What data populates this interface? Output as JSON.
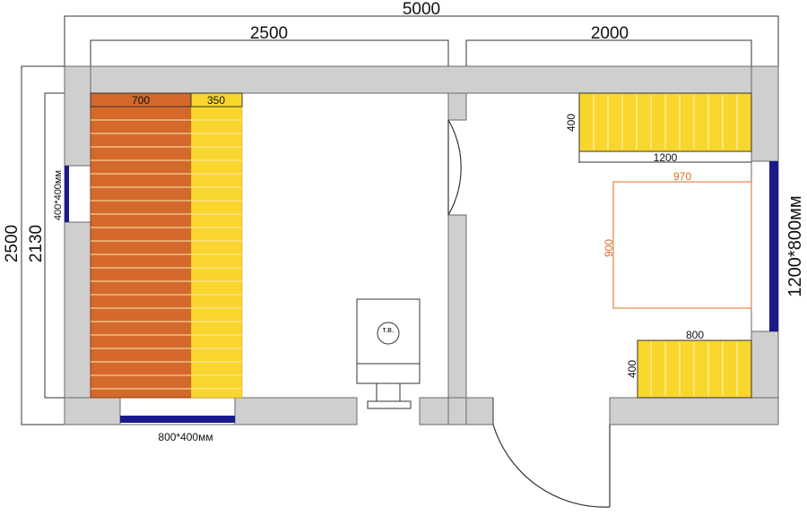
{
  "dims": {
    "top_total": "5000",
    "top_left": "2500",
    "top_right": "2000",
    "left_outer": "2500",
    "left_inner": "2130"
  },
  "shelves": {
    "lower_width": "700",
    "upper_width": "350",
    "right_top_depth": "400",
    "right_top_length": "1200",
    "right_bottom_depth": "400",
    "right_bottom_length": "800"
  },
  "windows": {
    "left": "400*400мм",
    "bottom": "800*400мм",
    "right": "1200*800мм"
  },
  "rug": {
    "width": "970",
    "height": "900"
  },
  "stove": {
    "label": "т.в."
  },
  "colors": {
    "wall": "#cfcfcf",
    "shelf_lower": "#d4692b",
    "shelf_upper": "#f8d62e",
    "window": "#1a1a8c",
    "rug_outline": "#e0864a"
  }
}
